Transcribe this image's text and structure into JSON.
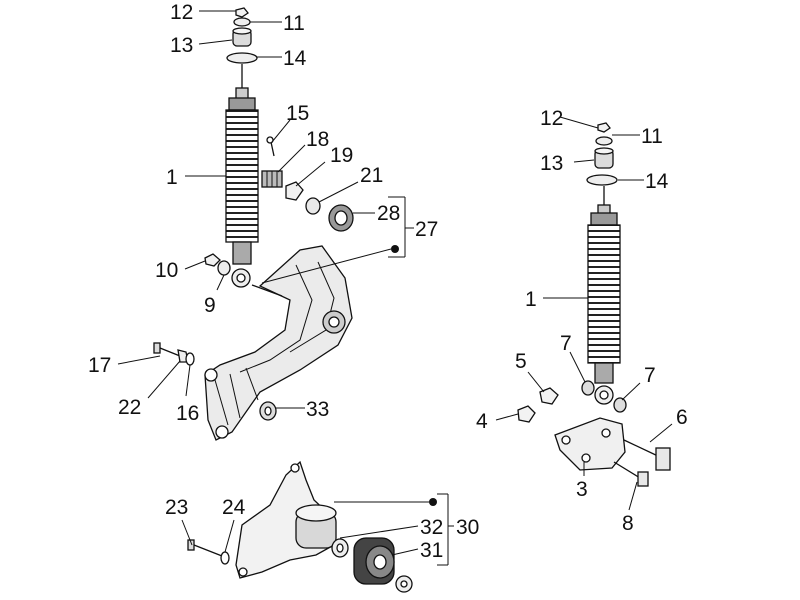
{
  "diagram": {
    "labels": {
      "l12a": "12",
      "l11a": "11",
      "l13a": "13",
      "l14a": "14",
      "l15": "15",
      "l18": "18",
      "l19": "19",
      "l21": "21",
      "l1a": "1",
      "l28": "28",
      "l27": "27",
      "l10": "10",
      "l9": "9",
      "l17": "17",
      "l22": "22",
      "l16": "16",
      "l33": "33",
      "l23": "23",
      "l24": "24",
      "l32": "32",
      "l30": "30",
      "l31": "31",
      "l12b": "12",
      "l11b": "11",
      "l13b": "13",
      "l14b": "14",
      "l1b": "1",
      "l5": "5",
      "l7a": "7",
      "l7b": "7",
      "l4": "4",
      "l6": "6",
      "l3": "3",
      "l8": "8"
    }
  }
}
